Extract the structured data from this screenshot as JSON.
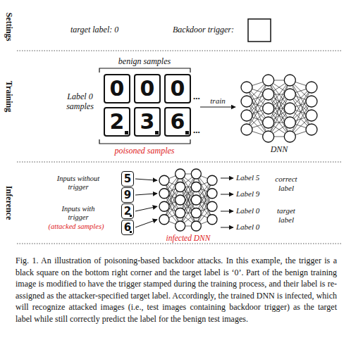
{
  "diagram": {
    "caption": "Fig. 1. An illustration of poisoning-based backdoor attacks. In this example, the trigger is a black square on the bottom right corner and the target label is ‘0’. Part of the benign training image is modified to have the trigger stamped during the training process, and their label is re-assigned as the attacker-specified target label. Accordingly, the trained DNN is infected, which will recognize attacked images (i.e., test images containing backdoor trigger) as the target label while still correctly predict the label for the benign test images.",
    "nodes": [
      {
        "text": [
          "0"
        ]
      },
      {
        "text": [
          "0"
        ]
      },
      {
        "text": [
          "0"
        ]
      },
      {
        "text": [
          "2"
        ]
      },
      {
        "text": [
          "3"
        ]
      },
      {
        "text": [
          "6"
        ]
      },
      {
        "text": [
          "DNN"
        ]
      },
      {
        "text": [
          "5"
        ]
      },
      {
        "text": [
          "9"
        ]
      },
      {
        "text": [
          "2"
        ]
      },
      {
        "text": [
          "6"
        ]
      },
      {
        "text": [
          "infected DNN"
        ]
      }
    ],
    "edges": [
      {
        "from": 7,
        "to": 11,
        "arrow": "to"
      },
      {
        "from": 8,
        "to": 11,
        "arrow": "to"
      },
      {
        "from": 9,
        "to": 11,
        "arrow": "to"
      },
      {
        "from": 10,
        "to": 11,
        "arrow": "to"
      }
    ],
    "labels": [
      "Settings",
      "target label: 0",
      "Backdoor trigger:",
      "Training",
      "benign samples",
      "Label 0 samples",
      "...",
      "...",
      "poisoned samples",
      "train",
      "Inference",
      "Inputs without trigger",
      "Inputs with trigger",
      "(attacked samples)",
      "Label 5",
      "Label 9",
      "Label 0",
      "Label 0",
      "correct label",
      "target label"
    ]
  }
}
